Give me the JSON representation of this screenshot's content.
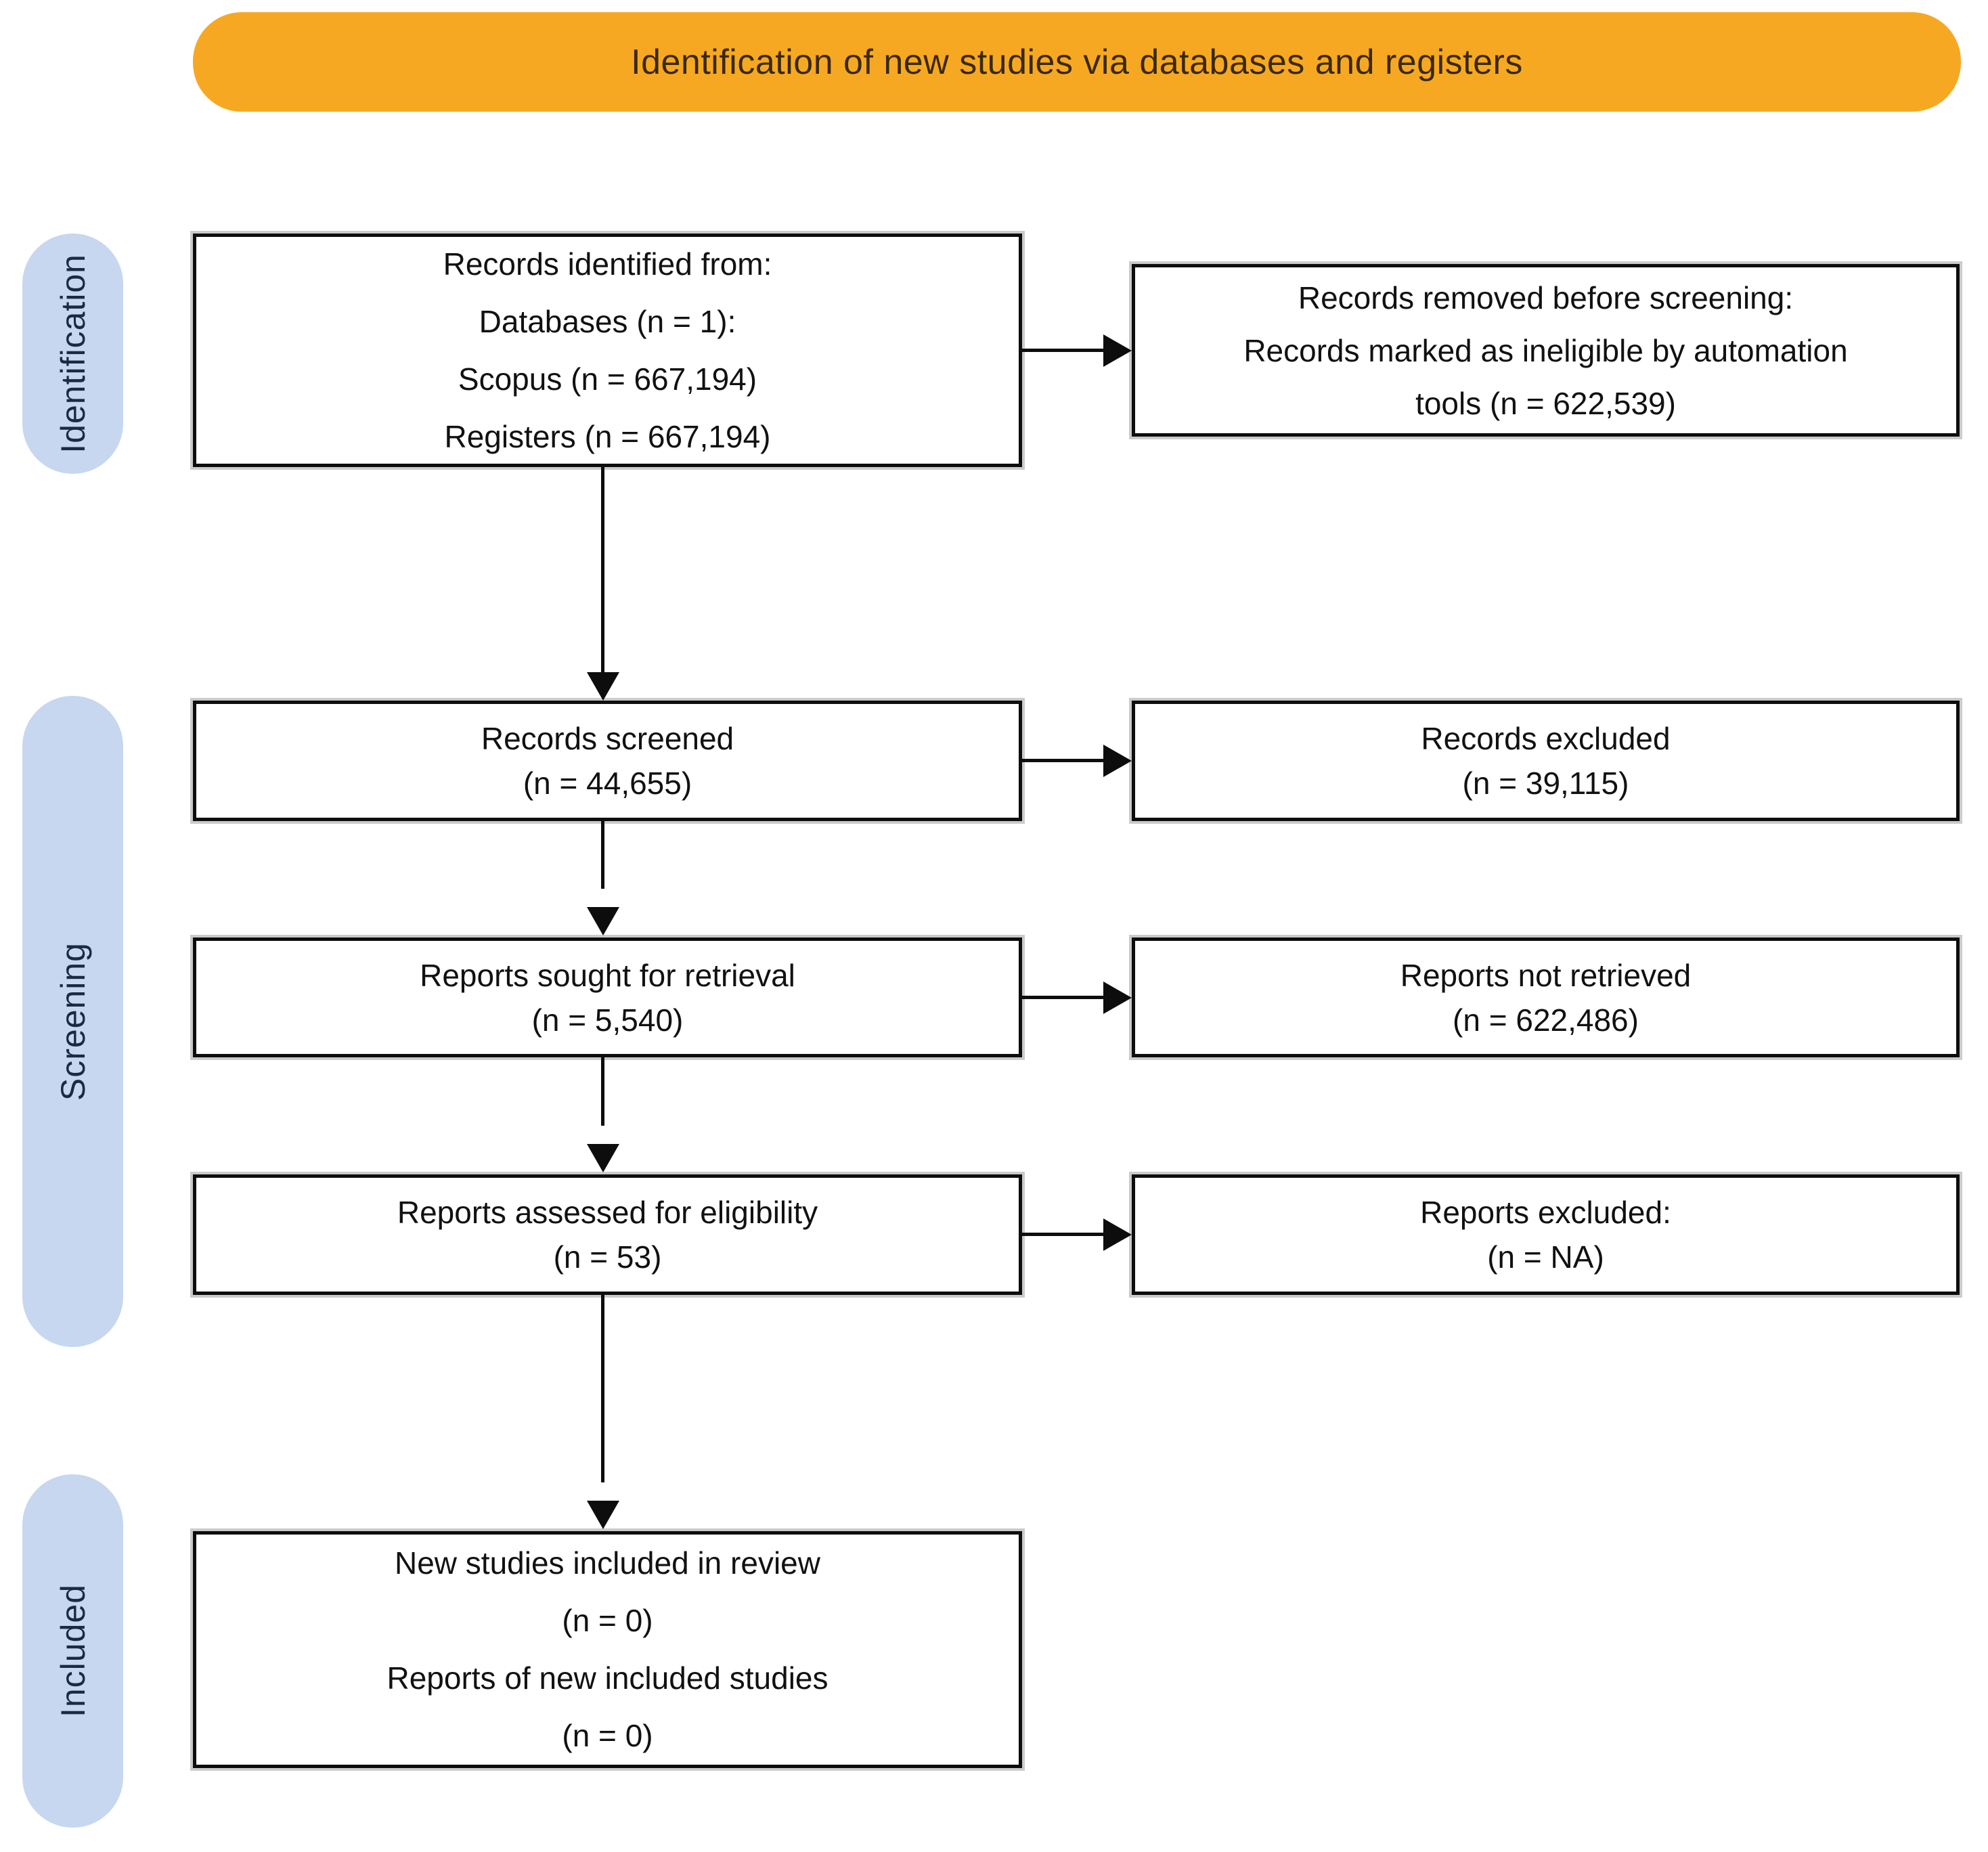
{
  "banner": {
    "label": "Identification of new studies via databases and registers"
  },
  "side_labels": {
    "identification": "Identification",
    "screening": "Screening",
    "included": "Included"
  },
  "flow": {
    "records_identified": {
      "l1": "Records identified from:",
      "l2": "Databases (n = 1):",
      "l3": "Scopus (n = 667,194)",
      "l4": "Registers (n = 667,194)"
    },
    "records_removed": {
      "l1": "Records removed before screening:",
      "l2": "Records marked as ineligible by automation",
      "l3": "tools (n = 622,539)"
    },
    "records_screened": {
      "l1": "Records screened",
      "l2": "(n = 44,655)"
    },
    "records_excluded": {
      "l1": "Records excluded",
      "l2": "(n = 39,115)"
    },
    "reports_sought": {
      "l1": "Reports sought for retrieval",
      "l2": "(n = 5,540)"
    },
    "reports_not_retrieved": {
      "l1": "Reports not retrieved",
      "l2": "(n = 622,486)"
    },
    "reports_assessed": {
      "l1": "Reports assessed for eligibility",
      "l2": "(n = 53)"
    },
    "reports_excluded": {
      "l1": "Reports excluded:",
      "l2": "(n = NA)"
    },
    "new_studies_included": {
      "l1": "New studies included in review",
      "l2": "(n = 0)",
      "l3": "Reports of new included studies",
      "l4": "(n = 0)"
    }
  },
  "colors": {
    "banner_bg": "#F7A823",
    "stage_pill_bg": "#C6D7EF",
    "box_border": "#0d0d0d",
    "box_bg": "#ffffff",
    "text": "#111111"
  }
}
